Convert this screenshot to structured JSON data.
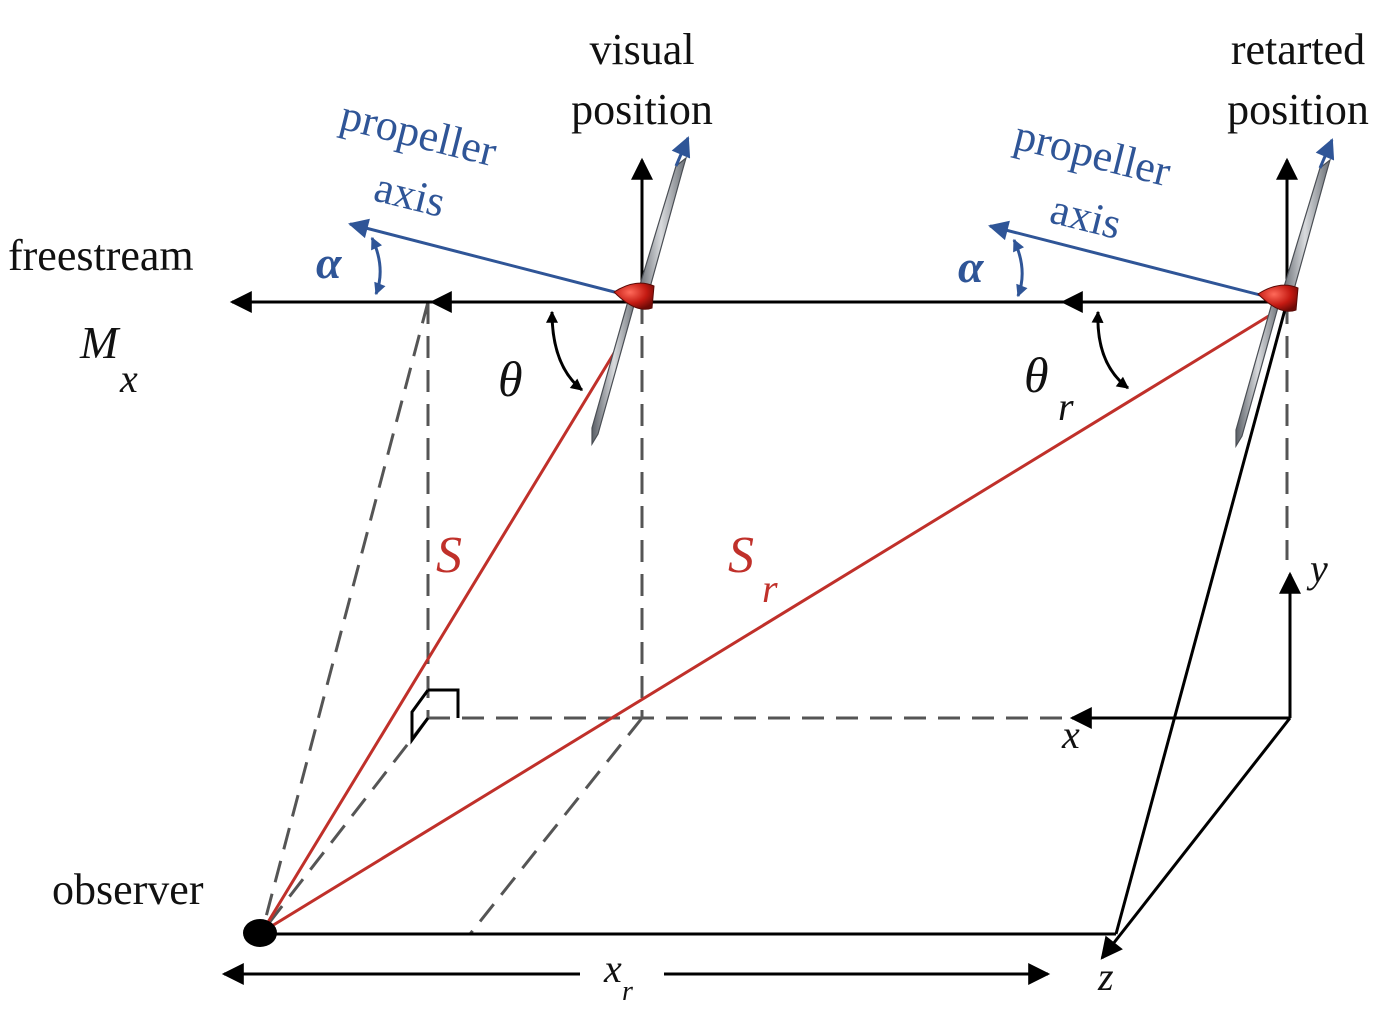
{
  "labels": {
    "freestream": "freestream",
    "mach_main": "M",
    "mach_sub": "x",
    "visual_line1": "visual",
    "visual_line2": "position",
    "retarted_line1": "retarted",
    "retarted_line2": "position",
    "prop_left_line1": "propeller",
    "prop_left_line2": "axis",
    "prop_right_line1": "propeller",
    "prop_right_line2": "axis",
    "alpha_left": "α",
    "alpha_right": "α",
    "theta": "θ",
    "theta_r_main": "θ",
    "theta_r_sub": "r",
    "s": "S",
    "s_r_main": "S",
    "s_r_sub": "r",
    "y_axis": "y",
    "x_axis": "x",
    "z_axis": "z",
    "observer": "observer",
    "x_r_main": "x",
    "x_r_sub": "r"
  },
  "colors": {
    "line": "#000000",
    "dashed": "#555555",
    "red": "#c0302a",
    "blue": "#2f5597"
  },
  "icons": {
    "propeller_visual": "propeller-icon",
    "propeller_retarded": "propeller-icon",
    "observer": "observer-dot-icon"
  }
}
